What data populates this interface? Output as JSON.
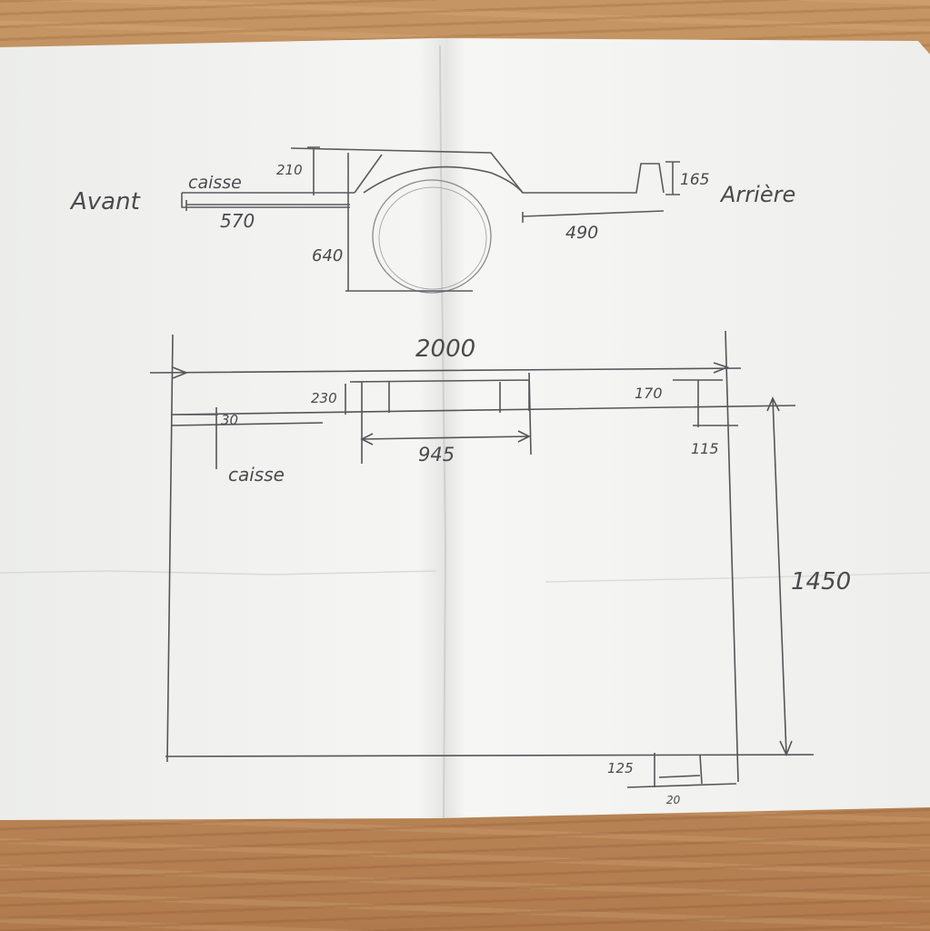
{
  "side_view": {
    "front_label": "Avant",
    "rear_label": "Arrière",
    "body_label": "caisse",
    "dim_body_height": "210",
    "dim_front_length": "570",
    "dim_wheel_height": "640",
    "dim_rear_length": "490",
    "dim_rear_height": "165"
  },
  "top_view": {
    "dim_total_length": "2000",
    "dim_total_width": "1450",
    "dim_arch_width": "945",
    "dim_arch_depth": "230",
    "dim_body_offset": "30",
    "body_label": "caisse",
    "dim_rear_offset_a": "170",
    "dim_rear_offset_b": "115",
    "dim_corner_a": "125",
    "dim_corner_b": "20"
  },
  "colors": {
    "pencil": "#4a4a4e",
    "paper": "#f3f3f1",
    "table": "#b98a5a"
  }
}
